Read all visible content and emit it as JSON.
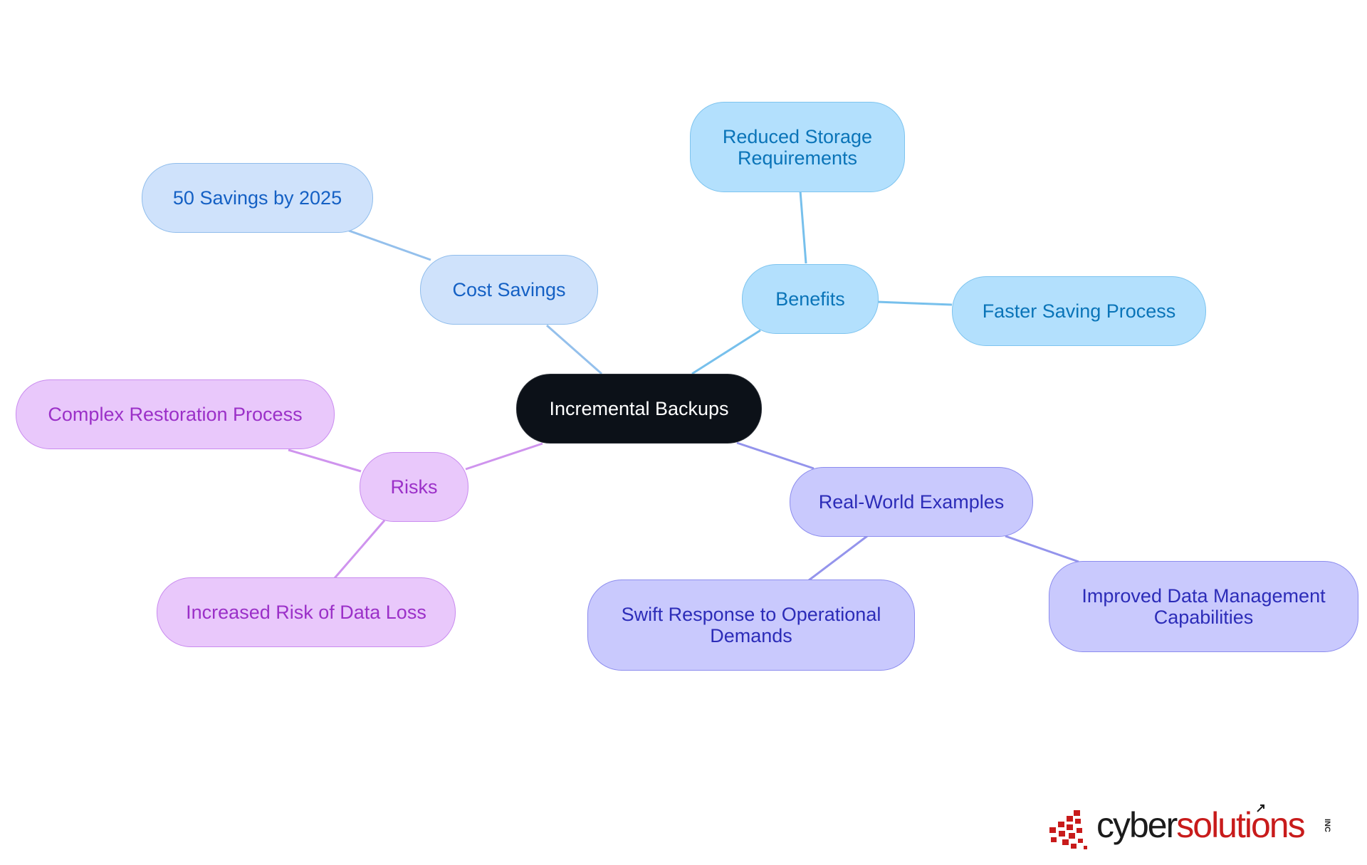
{
  "mindmap": {
    "root": "Incremental Backups",
    "branches": {
      "cost_savings": {
        "label": "Cost Savings",
        "children": [
          "50 Savings by 2025"
        ]
      },
      "benefits": {
        "label": "Benefits",
        "children": [
          "Reduced Storage Requirements",
          "Faster Saving Process"
        ]
      },
      "risks": {
        "label": "Risks",
        "children": [
          "Complex Restoration Process",
          "Increased Risk of Data Loss"
        ]
      },
      "examples": {
        "label": "Real-World Examples",
        "children": [
          "Swift Response to Operational Demands",
          "Improved Data Management Capabilities"
        ]
      }
    },
    "colors": {
      "root": "#0c1118",
      "cost_savings": "#cfe2fb",
      "benefits": "#b3e0fd",
      "risks": "#e9c8fb",
      "examples": "#c9c9fd",
      "edge_cost_savings": "#94c0ec",
      "edge_benefits": "#77c0ec",
      "edge_risks": "#cf94ee",
      "edge_examples": "#9494ec"
    }
  },
  "logo": {
    "part1": "cyber",
    "part2": "solutions",
    "suffix": "INC",
    "brand_red": "#c81b1b"
  }
}
